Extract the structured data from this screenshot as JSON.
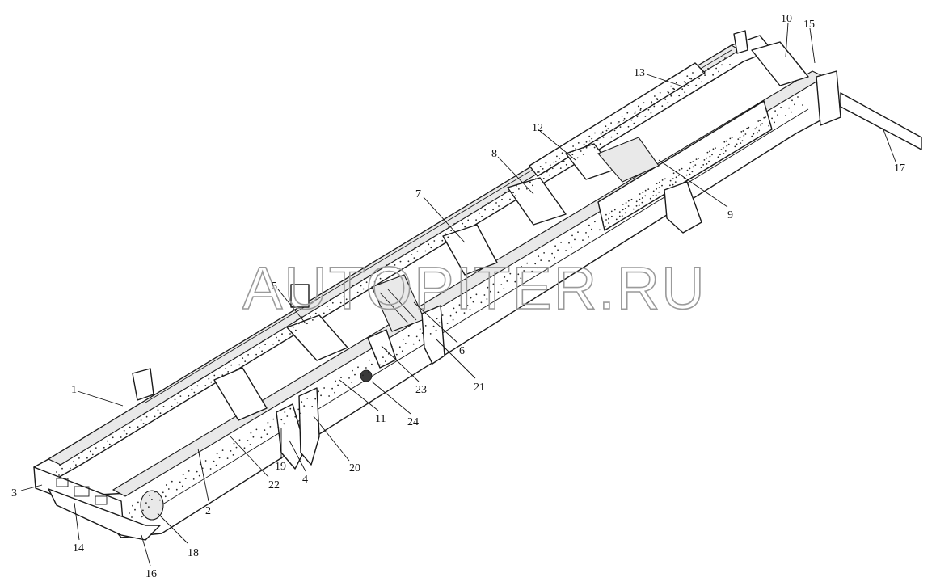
{
  "watermark": "AUTOPITER.RU",
  "callouts": [
    {
      "id": "c1",
      "label": "1"
    },
    {
      "id": "c2",
      "label": "2"
    },
    {
      "id": "c3",
      "label": "3"
    },
    {
      "id": "c4",
      "label": "4"
    },
    {
      "id": "c5",
      "label": "5"
    },
    {
      "id": "c6",
      "label": "6"
    },
    {
      "id": "c7",
      "label": "7"
    },
    {
      "id": "c8",
      "label": "8"
    },
    {
      "id": "c9",
      "label": "9"
    },
    {
      "id": "c10",
      "label": "10"
    },
    {
      "id": "c11",
      "label": "11"
    },
    {
      "id": "c12",
      "label": "12"
    },
    {
      "id": "c13",
      "label": "13"
    },
    {
      "id": "c14",
      "label": "14"
    },
    {
      "id": "c15",
      "label": "15"
    },
    {
      "id": "c16",
      "label": "16"
    },
    {
      "id": "c17",
      "label": "17"
    },
    {
      "id": "c18",
      "label": "18"
    },
    {
      "id": "c19",
      "label": "19"
    },
    {
      "id": "c20",
      "label": "20"
    },
    {
      "id": "c21",
      "label": "21"
    },
    {
      "id": "c22",
      "label": "22"
    },
    {
      "id": "c23",
      "label": "23"
    },
    {
      "id": "c24",
      "label": "24"
    }
  ]
}
